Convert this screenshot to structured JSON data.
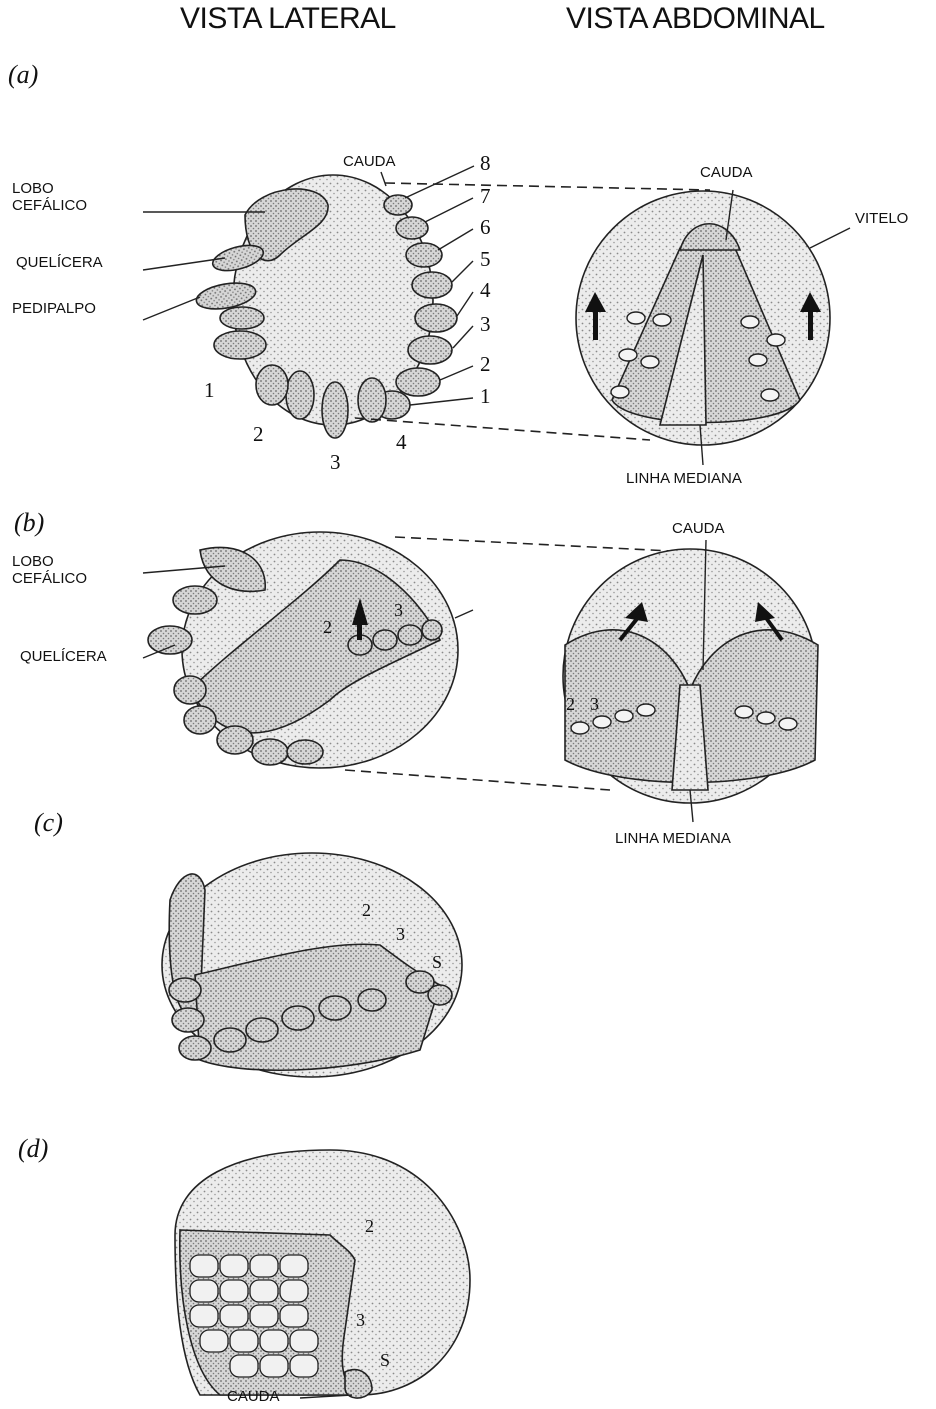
{
  "header": {
    "left": "VISTA LATERAL",
    "right": "VISTA ABDOMINAL"
  },
  "panel_labels": [
    "(a)",
    "(b)",
    "(c)",
    "(d)"
  ],
  "labels": {
    "lobo": "LOBO",
    "cefalico": "CEFÁLICO",
    "quelicera": "QUELÍCERA",
    "pedipalpo": "PEDIPALPO",
    "cauda": "CAUDA",
    "vitelo": "VITELO",
    "linha_mediana": "LINHA MEDIANA",
    "s": "S"
  },
  "numbers": [
    "1",
    "2",
    "3",
    "4",
    "5",
    "6",
    "7",
    "8"
  ]
}
